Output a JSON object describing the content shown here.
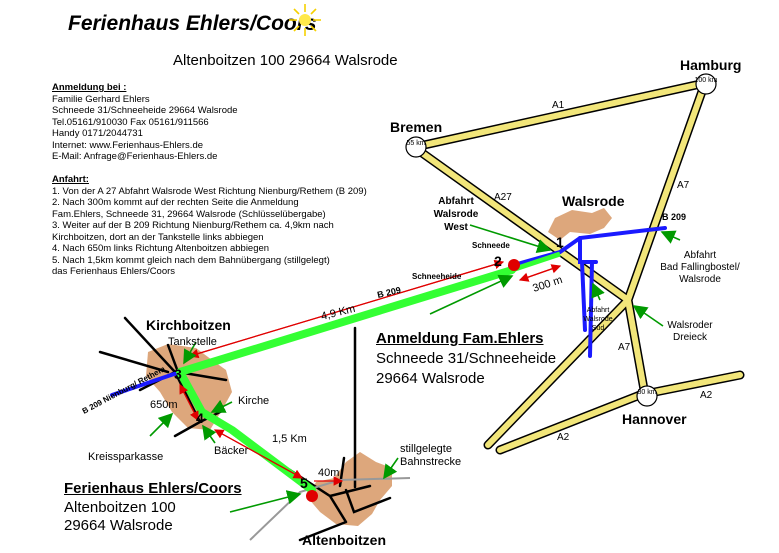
{
  "title": "Ferienhaus Ehlers/Coors",
  "address": "Altenboitzen 100   29664 Walsrode",
  "anmeldung": {
    "heading": "Anmeldung bei :",
    "lines": [
      "Familie Gerhard Ehlers",
      "Schneede 31/Schneeheide     29664 Walsrode",
      "Tel.05161/910030 Fax 05161/911566",
      "Handy 0171/2044731",
      "Internet: www.Ferienhaus-Ehlers.de",
      "E-Mail: Anfrage@Ferienhaus-Ehlers.de"
    ]
  },
  "anfahrt": {
    "heading": "Anfahrt:",
    "lines": [
      "1. Von der A 27 Abfahrt Walsrode West Richtung Nienburg/Rethem (B 209)",
      "2. Nach 300m kommt auf der rechten Seite die Anmeldung",
      "    Fam.Ehlers, Schneede 31, 29664 Walsrode (Schlüsselübergabe)",
      "3. Weiter auf der B 209 Richtung Nienburg/Rethem ca. 4,9km nach",
      "    Kirchboitzen, dort an der Tankstelle links abbiegen",
      "4. Nach 650m links Richtung Altenboitzen abbiegen",
      "5. Nach 1,5km kommt gleich nach dem Bahnübergang (stillgelegt)",
      "    das Ferienhaus Ehlers/Coors"
    ]
  },
  "map": {
    "cities": {
      "hamburg": "Hamburg",
      "bremen": "Bremen",
      "walsrode": "Walsrode",
      "hannover": "Hannover",
      "kirchboitzen": "Kirchboitzen",
      "altenboitzen": "Altenboitzen"
    },
    "distances": {
      "hamburg": "100 km",
      "bremen": "55 km",
      "hannover": "80 km"
    },
    "roads": {
      "a1": "A1",
      "a27": "A27",
      "a7_upper": "A7",
      "a7_lower": "A7",
      "a2_right": "A2",
      "a2_left": "A2",
      "b209_main": "B 209",
      "b209_east": "B 209",
      "b209_west": "B 209 Nienburg/ Rethem"
    },
    "labels": {
      "abfahrt_west": "Abfahrt Walsrode West",
      "abfahrt_sued": "Abfahrt Walsrode Süd",
      "abfahrt_bad": "Abfahrt Bad Fallingbostel/ Walsrode",
      "dreieck": "Walsroder Dreieck",
      "schneede": "Schneede",
      "schneeheide": "Schneeheide",
      "tankstelle": "Tankstelle",
      "kirche": "Kirche",
      "baecker": "Bäcker",
      "kreissparkasse": "Kreissparkasse",
      "bahnstrecke": "stillgelegte Bahnstrecke"
    },
    "distance_marks": {
      "d300": "300 m",
      "d49": "4,9 Km",
      "d650": "650m",
      "d15": "1,5 Km",
      "d40": "40m"
    },
    "steps": [
      "1",
      "2",
      "3",
      "4",
      "5"
    ],
    "anmeldung_box": {
      "heading": "Anmeldung Fam.Ehlers",
      "line1": "Schneede 31/Schneeheide",
      "line2": "29664 Walsrode"
    },
    "ferienhaus_box": {
      "heading": "Ferienhaus Ehlers/Coors",
      "line1": "Altenboitzen 100",
      "line2": "29664 Walsrode"
    }
  },
  "colors": {
    "highway": "#f2e67a",
    "route": "#33ff33",
    "b209": "#1a1aff",
    "town": "#dda77c",
    "arrow": "#e00000",
    "pointer": "#009a00"
  }
}
